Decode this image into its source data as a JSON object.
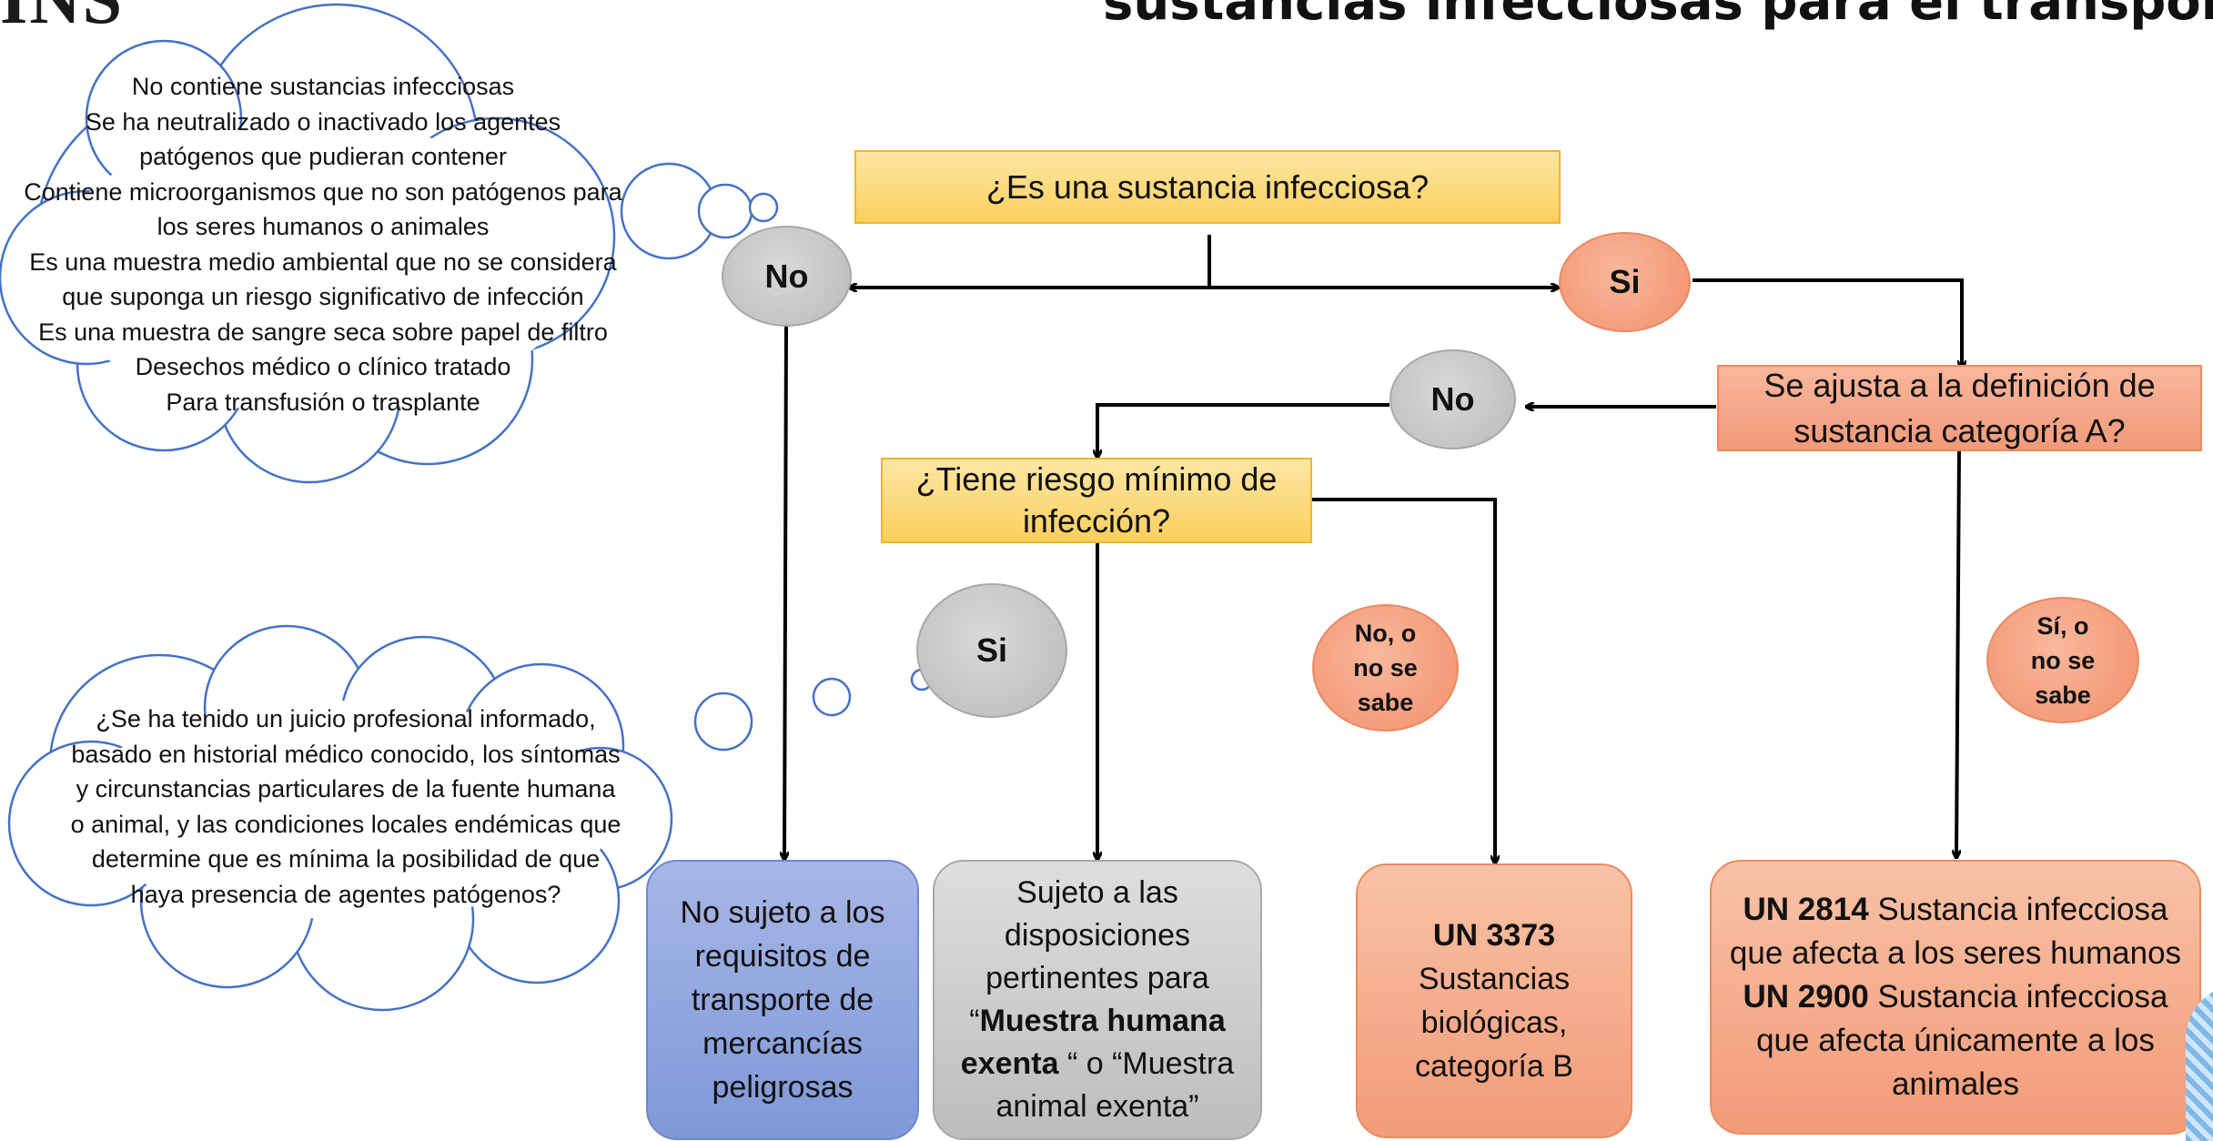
{
  "logo": {
    "text": "INS"
  },
  "title": "sustancias infecciosas para el transporte",
  "nodes": {
    "q_infectious": "¿Es una sustancia infecciosa?",
    "no_top": "No",
    "si_top": "Si",
    "q_categoryA_line1": "Se ajusta a la definición de",
    "q_categoryA_line2": "sustancia categoría A?",
    "no_mid": "No",
    "q_minimal_line1": "¿Tiene riesgo mínimo de",
    "q_minimal_line2": "infección?",
    "si_mid": "Si",
    "no_o_no_se_sabe_lines": [
      "No, o",
      "no se",
      "sabe"
    ],
    "si_o_no_se_sabe_lines": [
      "Sí, o",
      "no se",
      "sabe"
    ]
  },
  "clouds": {
    "top_lines": [
      "No contiene sustancias infecciosas",
      "Se ha neutralizado o inactivado los agentes",
      "patógenos que pudieran contener",
      "Contiene microorganismos que no son patógenos para",
      "los seres humanos o animales",
      "Es una muestra medio ambiental que no se considera",
      "que suponga un riesgo significativo de infección",
      "Es una muestra de sangre seca sobre papel de filtro",
      "Desechos médico o clínico tratado",
      "Para transfusión o trasplante"
    ],
    "bottom_lines": [
      "¿Se ha tenido un juicio profesional informado,",
      "basado en historial médico conocido, los síntomas",
      "y circunstancias particulares de la fuente humana",
      "o animal, y las condiciones locales endémicas que",
      "determine que es mínima la posibilidad de que",
      "haya presencia de agentes patógenos?"
    ]
  },
  "results": {
    "not_subject_lines": [
      "No sujeto a los",
      "requisitos de",
      "transporte de",
      "mercancías",
      "peligrosas"
    ],
    "exempt": {
      "line1": "Sujeto a las",
      "line2": "disposiciones",
      "line3": "pertinentes para",
      "open_quote": "“",
      "bold1": "Muestra humana",
      "bold2": "exenta",
      "middle": " “ o “Muestra",
      "line6": "animal exenta”"
    },
    "un3373": {
      "code": "UN 3373",
      "line2": "Sustancias",
      "line3": "biológicas,",
      "line4": "categoría B"
    },
    "category_a": {
      "code1": "UN 2814",
      "text1a": " Sustancia infecciosa",
      "text1b": "que afecta a los seres humanos",
      "code2": "UN 2900",
      "text2a": " Sustancia infecciosa",
      "text2b": "que afecta únicamente a los",
      "text2c": "animales"
    }
  },
  "colors": {
    "question_fill": "#fbcf5d",
    "orange_fill": "#f29b78",
    "grey_fill": "#bdbdbd",
    "blue_fill": "#8fa5dd",
    "cloud_outline": "#4472c4"
  }
}
